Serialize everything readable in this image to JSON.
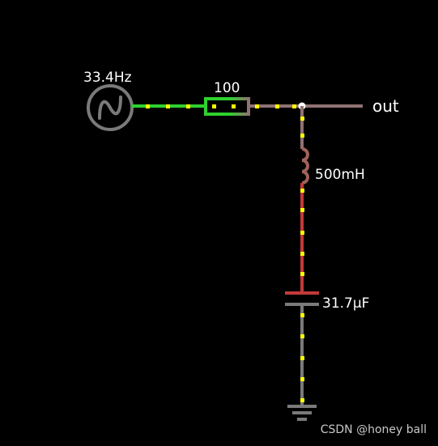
{
  "circuit": {
    "source": {
      "frequency_label": "33.4Hz",
      "icon": "ac-sine-source-icon"
    },
    "resistor": {
      "value_label": "100"
    },
    "inductor": {
      "value_label": "500mH"
    },
    "capacitor": {
      "value_label": "31.7µF"
    },
    "output": {
      "label": "out"
    },
    "ground": {
      "icon": "ground-icon"
    }
  },
  "colors": {
    "background": "#000000",
    "wire_high": "#2fd12f",
    "wire_neutral": "#8f7272",
    "wire_low": "#c23a3a",
    "wire_ground": "#7a7a7a",
    "current_dots": "#ffff00",
    "node": "#ffffff"
  },
  "watermark": {
    "text": "CSDN @honey ball"
  }
}
